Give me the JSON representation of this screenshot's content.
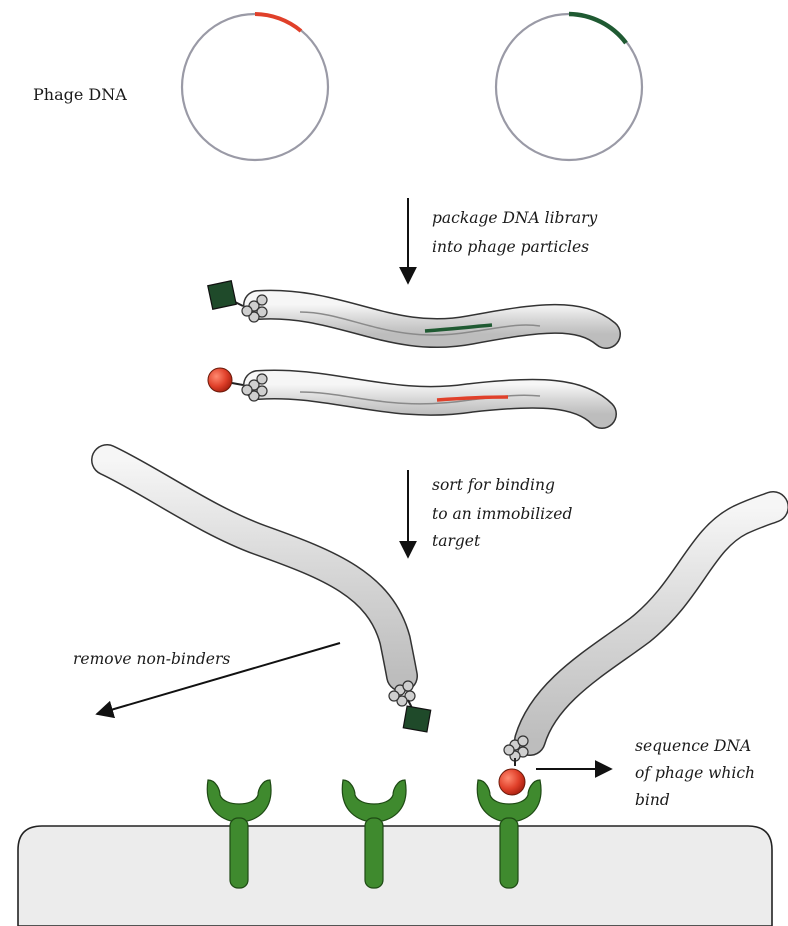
{
  "labels": {
    "phage_dna": "Phage DNA",
    "package_line1": "package DNA library",
    "package_line2": "into phage particles",
    "sort_line1": "sort for binding",
    "sort_line2": "to an immobilized",
    "sort_line3": "target",
    "remove": "remove non-binders",
    "sequence_line1": "sequence DNA",
    "sequence_line2": "of phage which",
    "sequence_line3": "bind"
  },
  "colors": {
    "red_insert": "#e0402a",
    "green_insert": "#1f5a32",
    "receptor_green": "#3f8a2e",
    "cell_fill": "#ececec",
    "phage_body": "#dcdcdc"
  }
}
